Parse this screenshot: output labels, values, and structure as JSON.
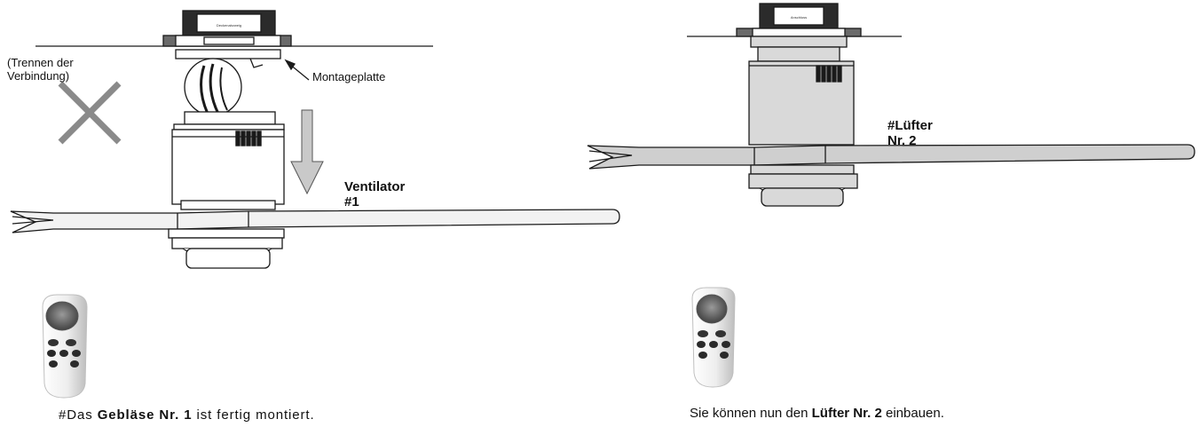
{
  "labels": {
    "disconnect": "(Trennen der\nVerbindung)",
    "mounting_plate": "Montageplatte",
    "fan1": "Ventilator\n#1",
    "fan2": "#Lüfter\nNr. 2",
    "box_left": "Deckenabzweig",
    "box_right": "Anschluss"
  },
  "captions": {
    "left": {
      "prefix": "#Das ",
      "bold": "Gebläse Nr. 1",
      "suffix": " ist fertig montiert."
    },
    "right": {
      "prefix": "Sie können nun den ",
      "bold": "Lüfter Nr. 2",
      "suffix": " einbauen."
    }
  },
  "colors": {
    "line": "#1a1a1a",
    "motor_fill": "#d9d9d9",
    "blade_fill": "#cfcfcf",
    "arrow_fill": "#c9c9c9",
    "x_mark": "#888888",
    "box_fill": "#2b2b2b"
  }
}
